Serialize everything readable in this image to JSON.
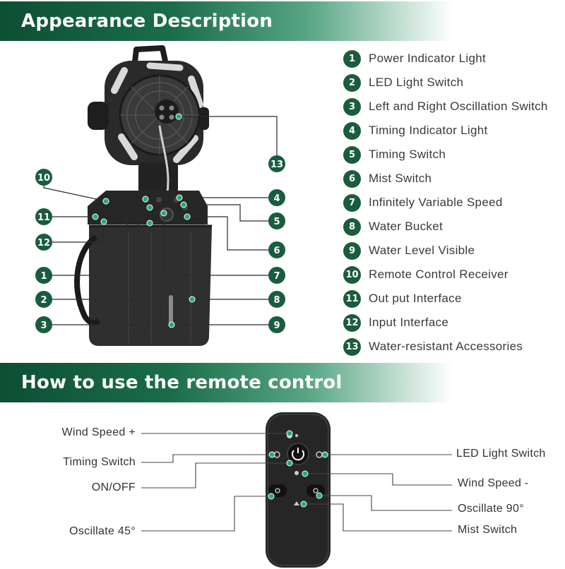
{
  "section1": {
    "title": "Appearance Description"
  },
  "parts": [
    {
      "num": "1",
      "label": "Power Indicator Light"
    },
    {
      "num": "2",
      "label": "LED Light Switch"
    },
    {
      "num": "3",
      "label": "Left and Right Oscillation Switch"
    },
    {
      "num": "4",
      "label": "Timing Indicator Light"
    },
    {
      "num": "5",
      "label": "Timing Switch"
    },
    {
      "num": "6",
      "label": "Mist Switch"
    },
    {
      "num": "7",
      "label": "Infinitely Variable Speed"
    },
    {
      "num": "8",
      "label": "Water Bucket"
    },
    {
      "num": "9",
      "label": "Water Level Visible"
    },
    {
      "num": "10",
      "label": "Remote Control Receiver"
    },
    {
      "num": "11",
      "label": "Out put Interface"
    },
    {
      "num": "12",
      "label": "Input Interface"
    },
    {
      "num": "13",
      "label": "Water-resistant Accessories"
    }
  ],
  "callouts": [
    "10",
    "11",
    "12",
    "1",
    "2",
    "3",
    "4",
    "5",
    "6",
    "7",
    "8",
    "9",
    "13"
  ],
  "section2": {
    "title": "How to use the remote control"
  },
  "remote": {
    "left_labels": [
      "Wind Speed +",
      "Timing Switch",
      "ON/OFF",
      "Oscillate 45°"
    ],
    "right_labels": [
      "LED Light Switch",
      "Wind Speed -",
      "Oscillate 90°",
      "Mist Switch"
    ]
  },
  "colors": {
    "accent": "#1a5c3e",
    "banner_dark": "#0d4f33",
    "device": "#2b2b2b",
    "indicator": "#1fae6e"
  },
  "icons": [
    "fan-icon",
    "power-icon",
    "timer-icon",
    "led-icon",
    "oscillate-icon",
    "mist-icon"
  ]
}
